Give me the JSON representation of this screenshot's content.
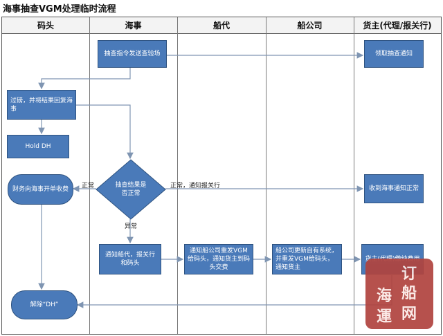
{
  "title": "海事抽查VGM处理临时流程",
  "lanes": [
    "码头",
    "海事",
    "船代",
    "船公司",
    "货主(代理/报关行)"
  ],
  "nodes": {
    "inspect_notice": "抽查指令发送查验场",
    "receive_notice": "领取抽查通知",
    "weigh_report": "过磅，并将结果回复海事",
    "hold": "Hold DH",
    "decision": "抽查结果是否正常",
    "finance_fee": "财务向海事开单收费",
    "owner_normal": "收到海事通知正常",
    "notify_agent": "通知船代，报关行和码头",
    "agent_notify_carrier": "通知船公司重发VGM给码头，通知货主到码头交费",
    "carrier_update": "船公司更新自有系统，并重发VGM给码头，通知货主",
    "owner_pay": "货主(代理)缴纳费用",
    "release": "解除“DH”"
  },
  "edge_labels": {
    "normal_left": "正常",
    "normal_right": "正常，通知报关行",
    "abnormal": "异常"
  },
  "watermark": {
    "chars": [
      "订",
      "船",
      "海",
      "网",
      "運"
    ],
    "color": "#b0433e"
  },
  "colors": {
    "node_fill": "#4a7ab9",
    "node_border": "#2e527f",
    "arrow": "#7f95b2"
  }
}
